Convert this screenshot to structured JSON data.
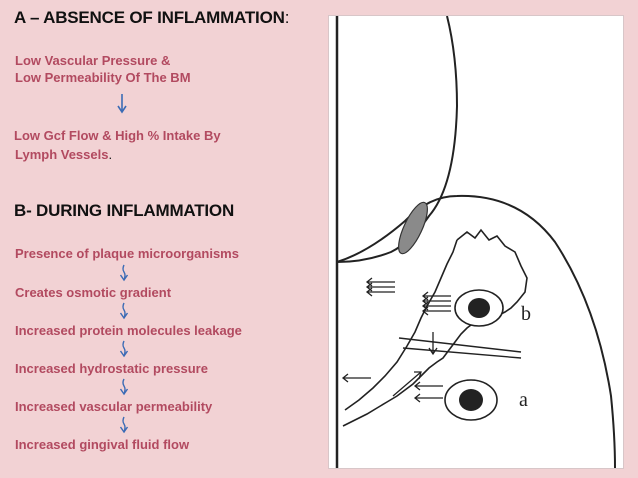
{
  "section_a": {
    "title": "A – ABSENCE OF INFLAMMATION",
    "title_colon": ":",
    "line1": "Low Vascular Pressure &",
    "line2": "Low Permeability Of The BM",
    "line3": " Low Gcf Flow  & High % Intake By",
    "line4": "Lymph Vessels",
    "line4_dot": "."
  },
  "section_b": {
    "title": "B- DURING INFLAMMATION",
    "steps": [
      "Presence of plaque microorganisms",
      "Creates osmotic gradient",
      "Increased protein molecules leakage",
      "Increased hydrostatic pressure",
      "Increased vascular permeability",
      "Increased gingival fluid flow"
    ]
  },
  "figure": {
    "label_b": "b",
    "label_a": "a"
  },
  "colors": {
    "background": "#f2d2d4",
    "text_pink": "#b24a60",
    "arrow_blue": "#3b6bb5"
  }
}
